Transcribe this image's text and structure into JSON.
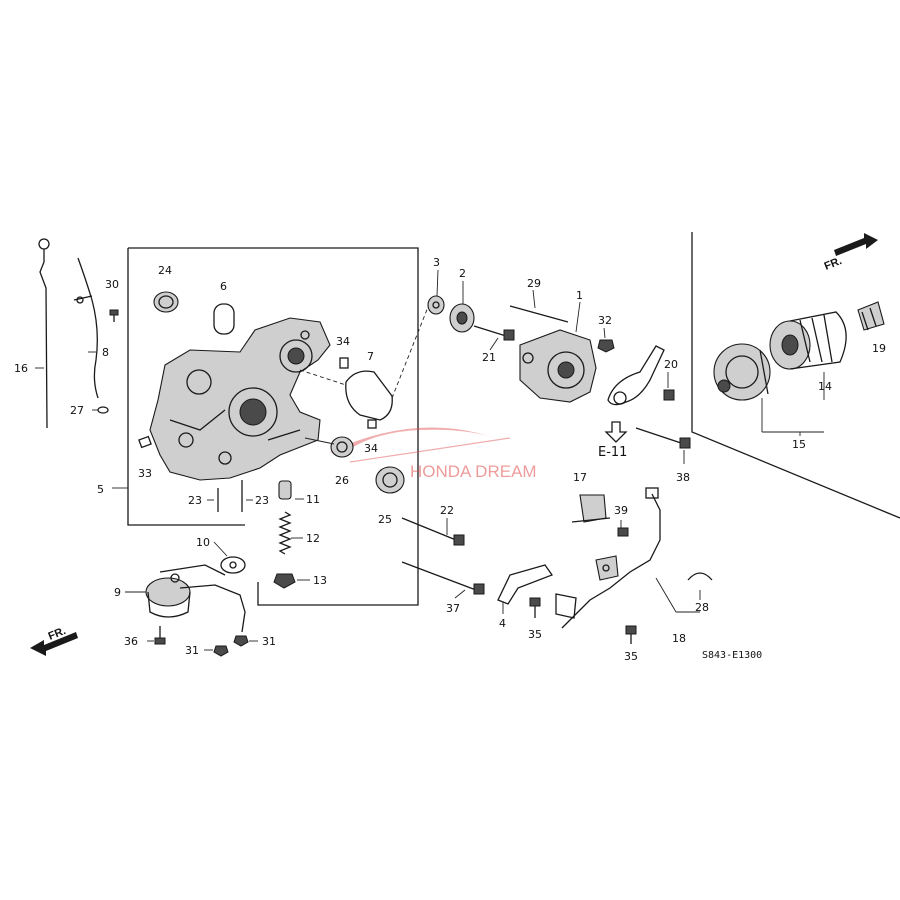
{
  "callouts": {
    "c1": "1",
    "c2": "2",
    "c3": "3",
    "c4": "4",
    "c5": "5",
    "c6": "6",
    "c7": "7",
    "c8": "8",
    "c9": "9",
    "c10": "10",
    "c11": "11",
    "c12": "12",
    "c13": "13",
    "c14": "14",
    "c15": "15",
    "c16": "16",
    "c17": "17",
    "c18": "18",
    "c19": "19",
    "c20": "20",
    "c21": "21",
    "c22": "22",
    "c23a": "23",
    "c23b": "23",
    "c24": "24",
    "c25": "25",
    "c26": "26",
    "c27": "27",
    "c28": "28",
    "c29": "29",
    "c30": "30",
    "c31a": "31",
    "c31b": "31",
    "c32": "32",
    "c33": "33",
    "c34a": "34",
    "c34b": "34",
    "c35a": "35",
    "c35b": "35",
    "c36": "36",
    "c37": "37",
    "c38": "38",
    "c39": "39"
  },
  "front_label": "FR.",
  "front_label_2": "FR.",
  "reference": "E-11",
  "diagram_code": "S843-E1300",
  "watermark": "HONDA DREAM",
  "colors": {
    "ink": "#1a1a1a",
    "watermark": "#e04a4a",
    "background": "#ffffff"
  }
}
